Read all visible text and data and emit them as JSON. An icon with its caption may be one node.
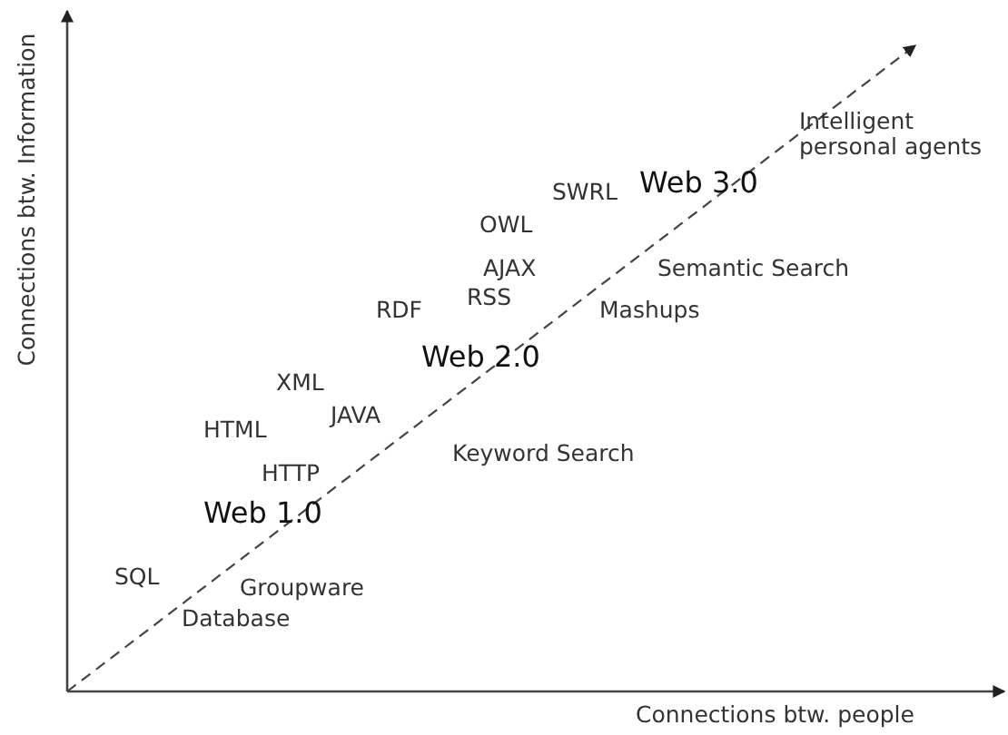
{
  "diagram": {
    "labels": [
      "Connections btw. Information",
      "Intelligent personal agents",
      "SWRL",
      "Web 3.0",
      "OWL",
      "AJAX",
      "Semantic Search",
      "RSS",
      "RDF",
      "Mashups",
      "Web 2.0",
      "XML",
      "JAVA",
      "HTML",
      "Keyword Search",
      "HTTP",
      "Web 1.0",
      "SQL",
      "Groupware",
      "Database",
      "Connections btw. people"
    ]
  }
}
